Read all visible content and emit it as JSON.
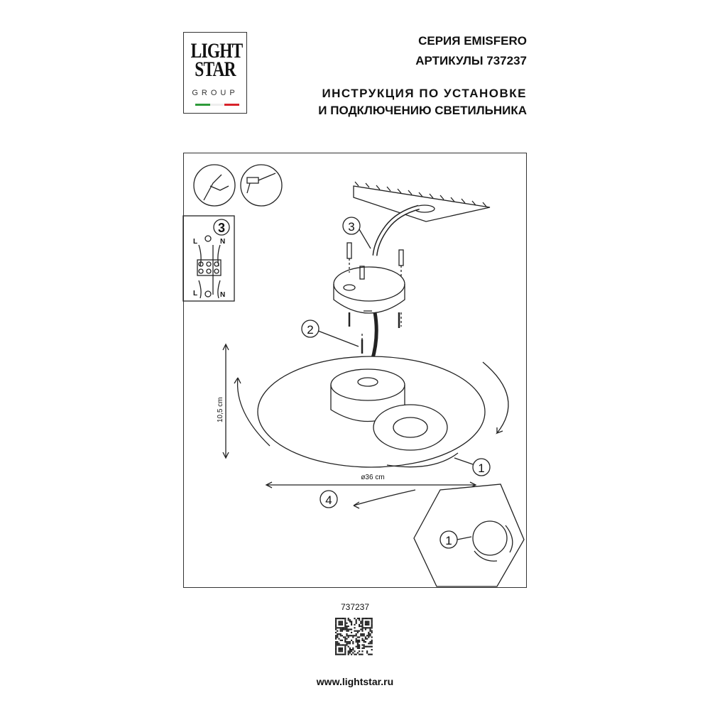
{
  "logo": {
    "line1": "LIGHT",
    "line2": "STAR",
    "line3": "GROUP",
    "flag_colors": [
      "#2e9b3a",
      "#ffffff",
      "#d8232a"
    ]
  },
  "header": {
    "series": "СЕРИЯ EMISFERO",
    "articles": "АРТИКУЛЫ 737237",
    "title_line1": "ИНСТРУКЦИЯ ПО УСТАНОВКЕ",
    "title_line2": "И ПОДКЛЮЧЕНИЮ СВЕТИЛЬНИКА"
  },
  "wiring": {
    "step": "3",
    "live": "L",
    "neutral": "N"
  },
  "diagram": {
    "callouts": [
      "3",
      "2",
      "1",
      "4",
      "1"
    ],
    "height_label": "10,5 cm",
    "diameter_label": "ø36 cm"
  },
  "footer": {
    "article_code": "737237",
    "website": "www.lightstar.ru"
  }
}
